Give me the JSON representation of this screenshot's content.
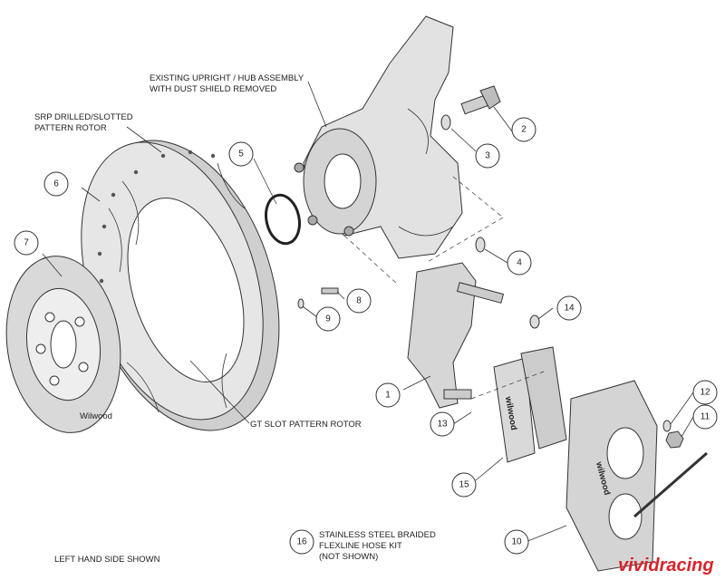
{
  "labels": {
    "upright": [
      "EXISTING UPRIGHT / HUB ASSEMBLY",
      "WITH DUST SHIELD REMOVED"
    ],
    "srp_rotor": [
      "SRP DRILLED/SLOTTED",
      "PATTERN ROTOR"
    ],
    "gt_rotor": "GT SLOT PATTERN ROTOR",
    "hose_kit": [
      "STAINLESS STEEL BRAIDED",
      "FLEXLINE HOSE KIT",
      "(NOT SHOWN)"
    ],
    "side": "LEFT HAND SIDE SHOWN"
  },
  "callouts": [
    "1",
    "2",
    "3",
    "4",
    "5",
    "6",
    "7",
    "8",
    "9",
    "10",
    "11",
    "12",
    "13",
    "14",
    "15",
    "16"
  ],
  "branding": {
    "pad_text": "wilwood",
    "caliper_text": "wilwood",
    "hat_text": "Wilwood",
    "watermark": "vividracing",
    "watermark_color": "#d8232a"
  }
}
